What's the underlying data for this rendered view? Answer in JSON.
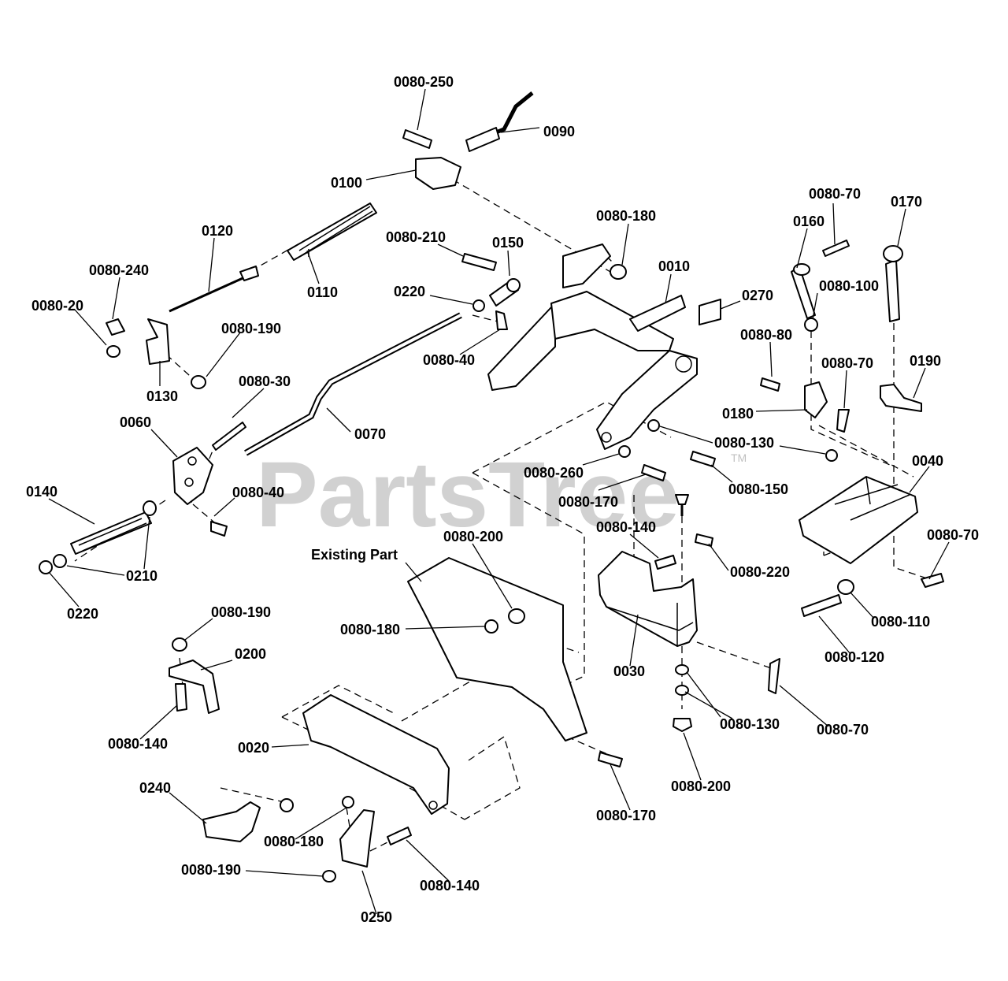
{
  "diagram": {
    "watermark": "PartsTree",
    "trademark": "TM",
    "labels": {
      "p0080_250": "0080-250",
      "p0090": "0090",
      "p0100": "0100",
      "p0120": "0120",
      "p0110": "0110",
      "p0080_240": "0080-240",
      "p0080_20": "0080-20",
      "p0130": "0130",
      "p0080_190_a": "0080-190",
      "p0080_210": "0080-210",
      "p0150": "0150",
      "p0220_a": "0220",
      "p0080_40_a": "0080-40",
      "p0080_180_a": "0080-180",
      "p0010": "0010",
      "p0270": "0270",
      "p0160": "0160",
      "p0080_70_a": "0080-70",
      "p0170": "0170",
      "p0080_100": "0080-100",
      "p0080_80": "0080-80",
      "p0080_70_b": "0080-70",
      "p0190": "0190",
      "p0180": "0180",
      "p0080_130_a": "0080-130",
      "p0040": "0040",
      "p0080_30": "0080-30",
      "p0070": "0070",
      "p0060": "0060",
      "p0080_260": "0080-260",
      "p0080_170_a": "0080-170",
      "p0080_150": "0080-150",
      "p0140": "0140",
      "p0080_40_b": "0080-40",
      "p0210": "0210",
      "p0220_b": "0220",
      "p0080_140_a": "0080-140",
      "p0080_200_a": "0080-200",
      "p0080_220": "0080-220",
      "p0080_70_c": "0080-70",
      "existing_part": "Existing Part",
      "p0080_110": "0080-110",
      "p0080_120": "0080-120",
      "p0080_180_b": "0080-180",
      "p0080_190_b": "0080-190",
      "p0200": "0200",
      "p0030": "0030",
      "p0080_130_b": "0080-130",
      "p0080_70_d": "0080-70",
      "p0080_140_b": "0080-140",
      "p0020": "0020",
      "p0080_200_b": "0080-200",
      "p0240": "0240",
      "p0080_170_b": "0080-170",
      "p0080_180_c": "0080-180",
      "p0080_190_c": "0080-190",
      "p0080_140_c": "0080-140",
      "p0250": "0250"
    }
  }
}
